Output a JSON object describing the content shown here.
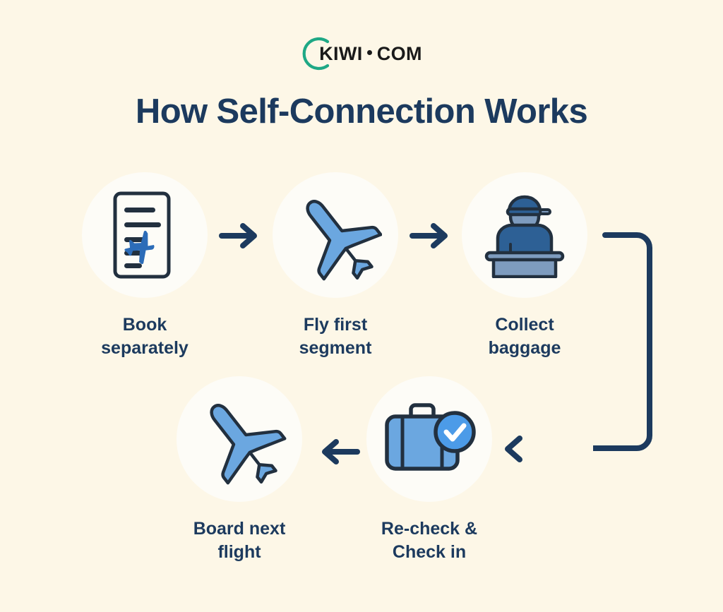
{
  "brand": {
    "name_part1": "KIWI",
    "separator": "·",
    "name_part2": "COM",
    "ring_color": "#1EA885",
    "text_color": "#1A1A1A"
  },
  "page": {
    "title": "How Self-Connection Works",
    "background_color": "#FDF7E7",
    "title_color": "#1C3A5E",
    "badge_color": "#FDFCF7",
    "accent_blue": "#6BA7E0",
    "accent_blue_dark": "#2C6CB8",
    "outline_color": "#22303F",
    "arrow_color": "#1C3A5E",
    "officer_body_color": "#2D6095",
    "officer_desk_color": "#7E9CBF"
  },
  "steps": [
    {
      "index": 1,
      "label": "Book\nseparately",
      "icon": "ticket-document-plane-icon"
    },
    {
      "index": 2,
      "label": "Fly first\nsegment",
      "icon": "airplane-icon"
    },
    {
      "index": 3,
      "label": "Collect\nbaggage",
      "icon": "airport-officer-desk-icon"
    },
    {
      "index": 4,
      "label": "Re-check &\nCheck in",
      "icon": "suitcase-check-icon"
    },
    {
      "index": 5,
      "label": "Board next\nflight",
      "icon": "airplane-icon"
    }
  ],
  "arrows": [
    {
      "name": "arrow-step1-to-step2",
      "direction": "right"
    },
    {
      "name": "arrow-step2-to-step3",
      "direction": "right"
    },
    {
      "name": "arrow-step3-to-step4",
      "direction": "elbow-down-left"
    },
    {
      "name": "arrow-step4-to-step5",
      "direction": "left"
    }
  ]
}
